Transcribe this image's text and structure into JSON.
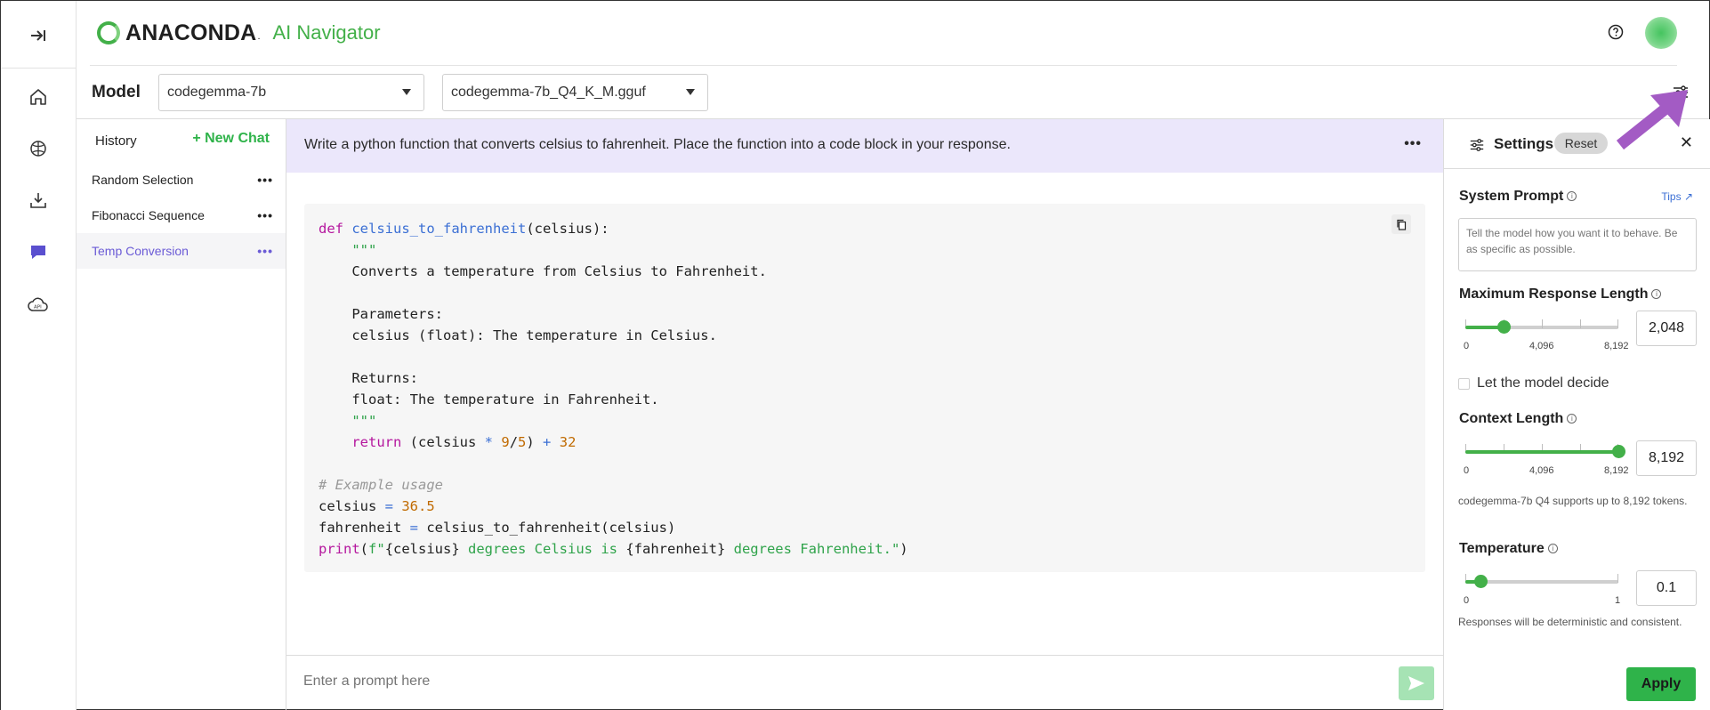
{
  "header": {
    "brand": "ANACONDA",
    "brand_mark": ".",
    "product": "AI Navigator"
  },
  "model_bar": {
    "label": "Model",
    "model_select": "codegemma-7b",
    "file_select": "codegemma-7b_Q4_K_M.gguf"
  },
  "history": {
    "title": "History",
    "new_chat": "+ New Chat",
    "items": [
      {
        "label": "Random Selection",
        "menu": "•••"
      },
      {
        "label": "Fibonacci Sequence",
        "menu": "•••"
      },
      {
        "label": "Temp Conversion",
        "menu": "•••"
      }
    ]
  },
  "chat": {
    "prompt": "Write a python function that converts celsius to fahrenheit. Place the function into a code block in your response.",
    "prompt_menu": "•••",
    "code": {
      "l1_kw": "def",
      "l1_fn": "celsius_to_fahrenheit",
      "l1_rest": "(celsius):",
      "doc_open": "\"\"\"",
      "doc_1": "Converts a temperature from Celsius to Fahrenheit.",
      "doc_2": "Parameters:",
      "doc_3": "celsius (float): The temperature in Celsius.",
      "doc_4": "Returns:",
      "doc_5": "float: The temperature in Fahrenheit.",
      "doc_close": "\"\"\"",
      "ret_kw": "return",
      "ret_a": " (celsius ",
      "ret_op1": "*",
      "ret_n1": "9",
      "ret_slash": "/",
      "ret_n2": "5",
      "ret_b": ") ",
      "ret_op2": "+",
      "ret_n3": "32",
      "comment": "# Example usage",
      "c_var": "celsius ",
      "c_eq": "=",
      "c_val": "36.5",
      "f_var": "fahrenheit ",
      "f_eq": "=",
      "f_call": " celsius_to_fahrenheit(celsius)",
      "p_kw": "print",
      "p_open": "(",
      "p_str1": "f\"",
      "p_expr1": "{celsius}",
      "p_str2": " degrees Celsius is ",
      "p_expr2": "{fahrenheit}",
      "p_str3": " degrees Fahrenheit.\"",
      "p_close": ")"
    },
    "input_placeholder": "Enter a prompt here"
  },
  "settings": {
    "title": "Settings",
    "reset": "Reset",
    "close": "✕",
    "system_prompt": {
      "label": "System Prompt",
      "tips": "Tips",
      "placeholder": "Tell the model how you want it to behave. Be as specific as possible."
    },
    "max_response": {
      "label": "Maximum Response Length",
      "value": "2,048",
      "fraction": 0.25,
      "min": "0",
      "mid": "4,096",
      "max": "8,192"
    },
    "let_model_decide": "Let the model decide",
    "context_length": {
      "label": "Context Length",
      "value": "8,192",
      "fraction": 1.0,
      "min": "0",
      "mid": "4,096",
      "max": "8,192",
      "note": "codegemma-7b Q4 supports up to 8,192 tokens."
    },
    "temperature": {
      "label": "Temperature",
      "value": "0.1",
      "fraction": 0.1,
      "min": "0",
      "max": "1",
      "note": "Responses will be deterministic and consistent."
    },
    "apply": "Apply"
  },
  "colors": {
    "brand_green": "#43b049",
    "accent_purple": "#6b5bd6",
    "prompt_bg": "#ebe7fb",
    "annotation_arrow": "#a35bc4"
  }
}
